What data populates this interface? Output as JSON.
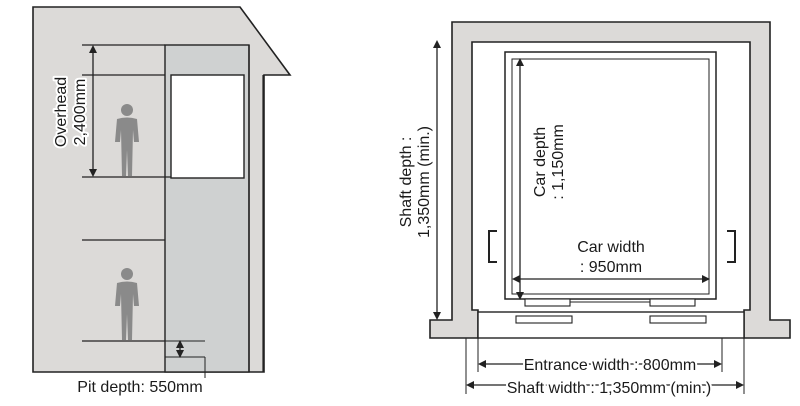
{
  "elevation": {
    "overhead_label_line1": "Overhead",
    "overhead_label_line2": "2,400mm",
    "pit_depth_label": "Pit depth: 550mm"
  },
  "plan": {
    "shaft_depth_line1": "Shaft depth :",
    "shaft_depth_line2": "1,350mm (min.)",
    "car_depth_line1": "Car depth",
    "car_depth_line2": ": 1,150mm",
    "car_width_line1": "Car width",
    "car_width_line2": ": 950mm",
    "entrance_width_label": "Entrance width : 800mm",
    "shaft_width_label": "Shaft width : 1,350mm (min.)"
  },
  "colors": {
    "wall_fill": "#dcdad8",
    "shaft_fill": "#cfd1d1",
    "stroke": "#222222",
    "person": "#8a8a8a",
    "background": "#ffffff"
  }
}
